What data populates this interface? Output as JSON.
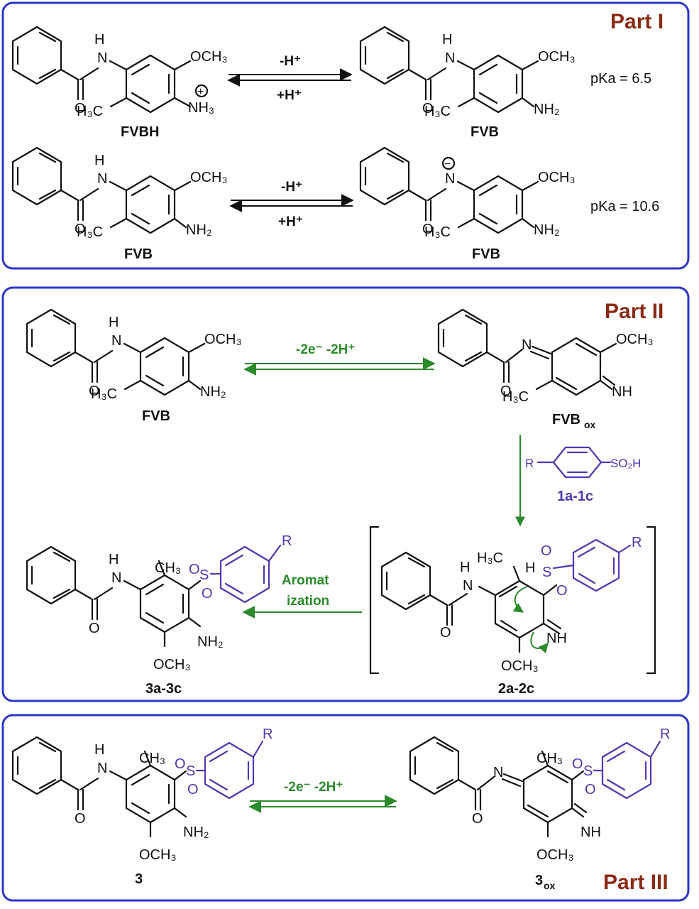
{
  "parts": {
    "part1": "Part I",
    "part2": "Part II",
    "part3": "Part III"
  },
  "conditions": {
    "deprot": "-H⁺",
    "prot": "+H⁺",
    "ox": "-2e⁻  -2H⁺",
    "aromat_1": "Aromat",
    "aromat_2": "ization"
  },
  "pka": {
    "first": "pKa = 6.5",
    "second": "pKa = 10.6"
  },
  "compounds": {
    "fvbh": "FVBH",
    "fvb": "FVB",
    "fvbox": "FVB",
    "fvbox_sub": "ox",
    "sulfinic": "1a-1c",
    "intermediate": "2a-2c",
    "product": "3a-3c",
    "three": "3",
    "threeox": "3",
    "threeox_sub": "ox"
  },
  "atoms": {
    "H": "H",
    "N": "N",
    "NH": "NH",
    "NH2": "NH₂",
    "NH3": "NH₃",
    "O": "O",
    "OCH3": "OCH₃",
    "H3C": "H₃C",
    "CH3": "CH₃",
    "S": "S",
    "R": "R",
    "SO2H": "SO₂H",
    "plus": "+",
    "minus": "−"
  },
  "colors": {
    "frame": "#2f34c8",
    "part_title": "#8b2a14",
    "reagent": "#4b3ab0",
    "green_arrow": "#2b8a2b"
  }
}
